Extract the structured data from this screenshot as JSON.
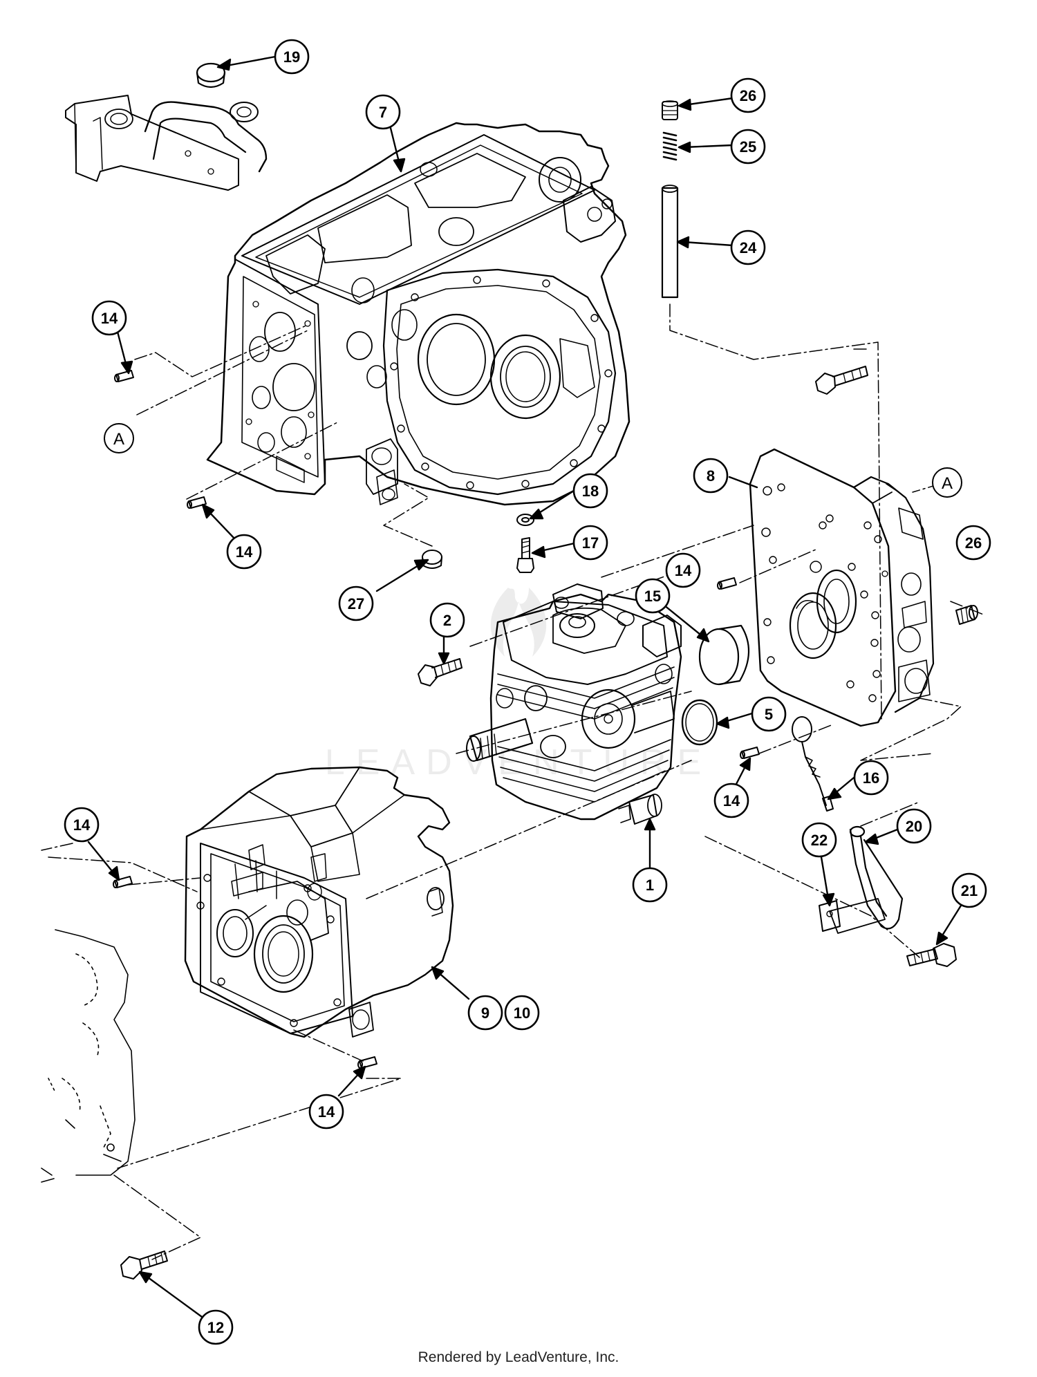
{
  "callouts": [
    {
      "id": "c19",
      "label": "19"
    },
    {
      "id": "c7",
      "label": "7"
    },
    {
      "id": "c26a",
      "label": "26"
    },
    {
      "id": "c25",
      "label": "25"
    },
    {
      "id": "c24",
      "label": "24"
    },
    {
      "id": "c14a",
      "label": "14"
    },
    {
      "id": "c14b",
      "label": "14"
    },
    {
      "id": "c27",
      "label": "27"
    },
    {
      "id": "c18",
      "label": "18"
    },
    {
      "id": "c17",
      "label": "17"
    },
    {
      "id": "c8",
      "label": "8"
    },
    {
      "id": "c26b",
      "label": "26"
    },
    {
      "id": "c14c",
      "label": "14"
    },
    {
      "id": "c15",
      "label": "15"
    },
    {
      "id": "c2",
      "label": "2"
    },
    {
      "id": "c5",
      "label": "5"
    },
    {
      "id": "c16",
      "label": "16"
    },
    {
      "id": "c14d",
      "label": "14"
    },
    {
      "id": "c20",
      "label": "20"
    },
    {
      "id": "c22",
      "label": "22"
    },
    {
      "id": "c21",
      "label": "21"
    },
    {
      "id": "c1",
      "label": "1"
    },
    {
      "id": "c14e",
      "label": "14"
    },
    {
      "id": "c9",
      "label": "9"
    },
    {
      "id": "c10",
      "label": "10"
    },
    {
      "id": "c14f",
      "label": "14"
    },
    {
      "id": "c12",
      "label": "12"
    }
  ],
  "reference_marks": [
    {
      "id": "refA1",
      "label": "A"
    },
    {
      "id": "refA2",
      "label": "A"
    }
  ],
  "watermark_text": "LEADVENTURE",
  "footer": "Rendered by LeadVenture, Inc.",
  "colors": {
    "ink": "#000000",
    "watermark": "#e6e6e6",
    "background": "#ffffff"
  }
}
